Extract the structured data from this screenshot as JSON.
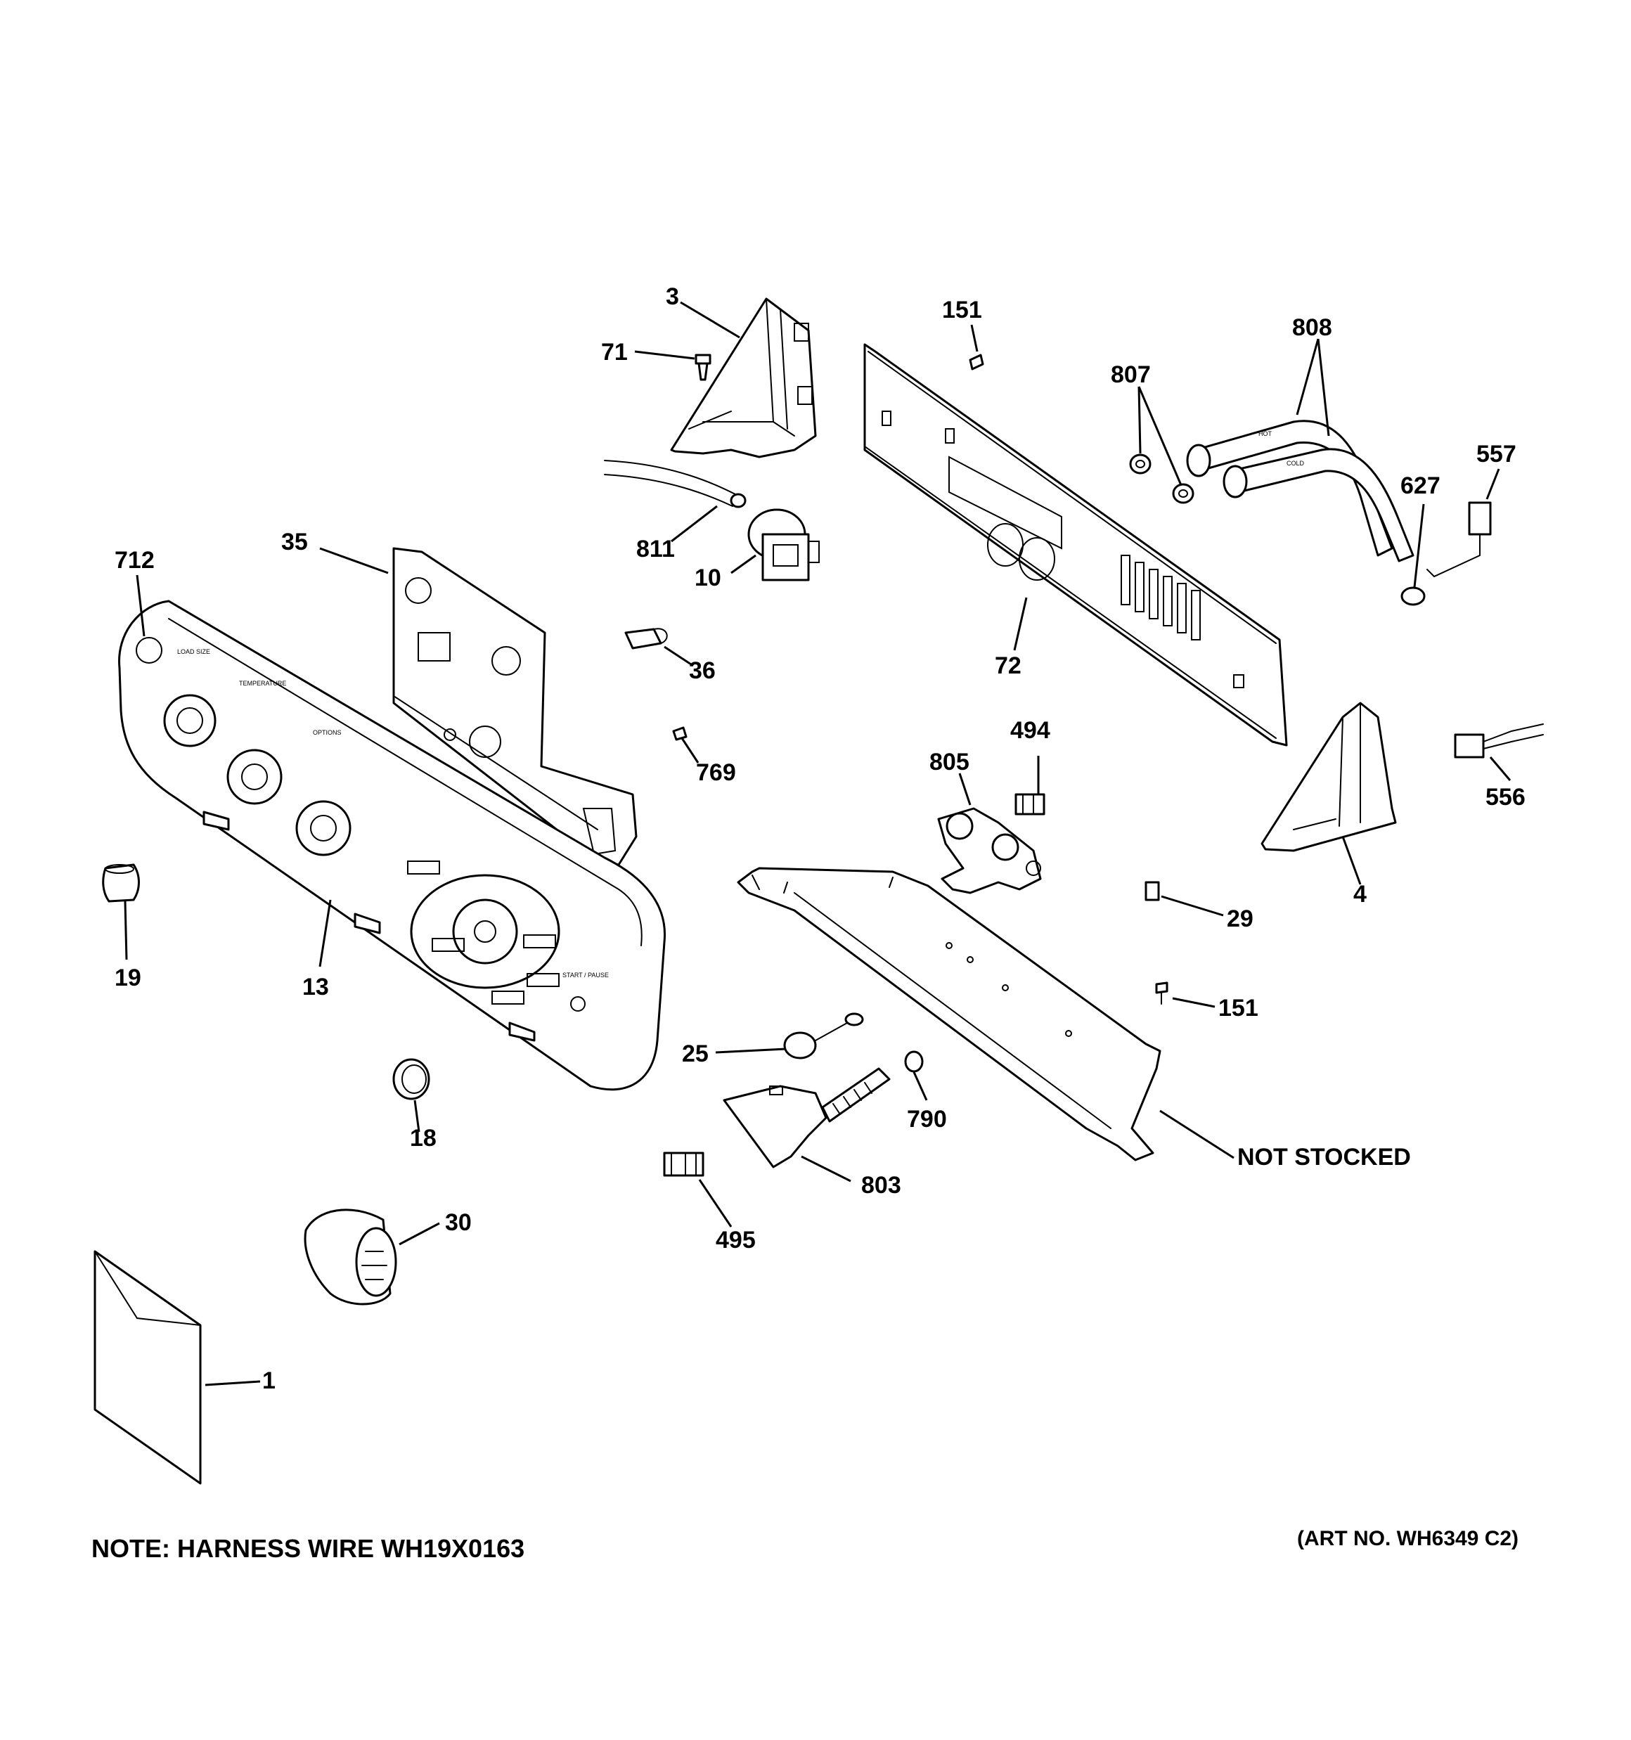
{
  "labels": {
    "p3": "3",
    "p71": "71",
    "p151a": "151",
    "p808": "808",
    "p807": "807",
    "p557": "557",
    "p627": "627",
    "p811": "811",
    "p10": "10",
    "p35": "35",
    "p712": "712",
    "p36": "36",
    "p72": "72",
    "p494": "494",
    "p805": "805",
    "p769": "769",
    "p556": "556",
    "p4": "4",
    "p29": "29",
    "p19": "19",
    "p13": "13",
    "p151b": "151",
    "p25": "25",
    "p790": "790",
    "p18": "18",
    "not_stocked": "NOT STOCKED",
    "p803": "803",
    "p30": "30",
    "p495": "495",
    "p1": "1"
  },
  "panel_text": {
    "load_size": "LOAD SIZE",
    "temperature": "TEMPERATURE",
    "options": "OPTIONS",
    "start_pause": "START / PAUSE"
  },
  "hose_text": {
    "hot": "HOT",
    "cold": "COLD"
  },
  "note": "NOTE: HARNESS WIRE WH19X0163",
  "art_no": "(ART NO. WH6349 C2)"
}
